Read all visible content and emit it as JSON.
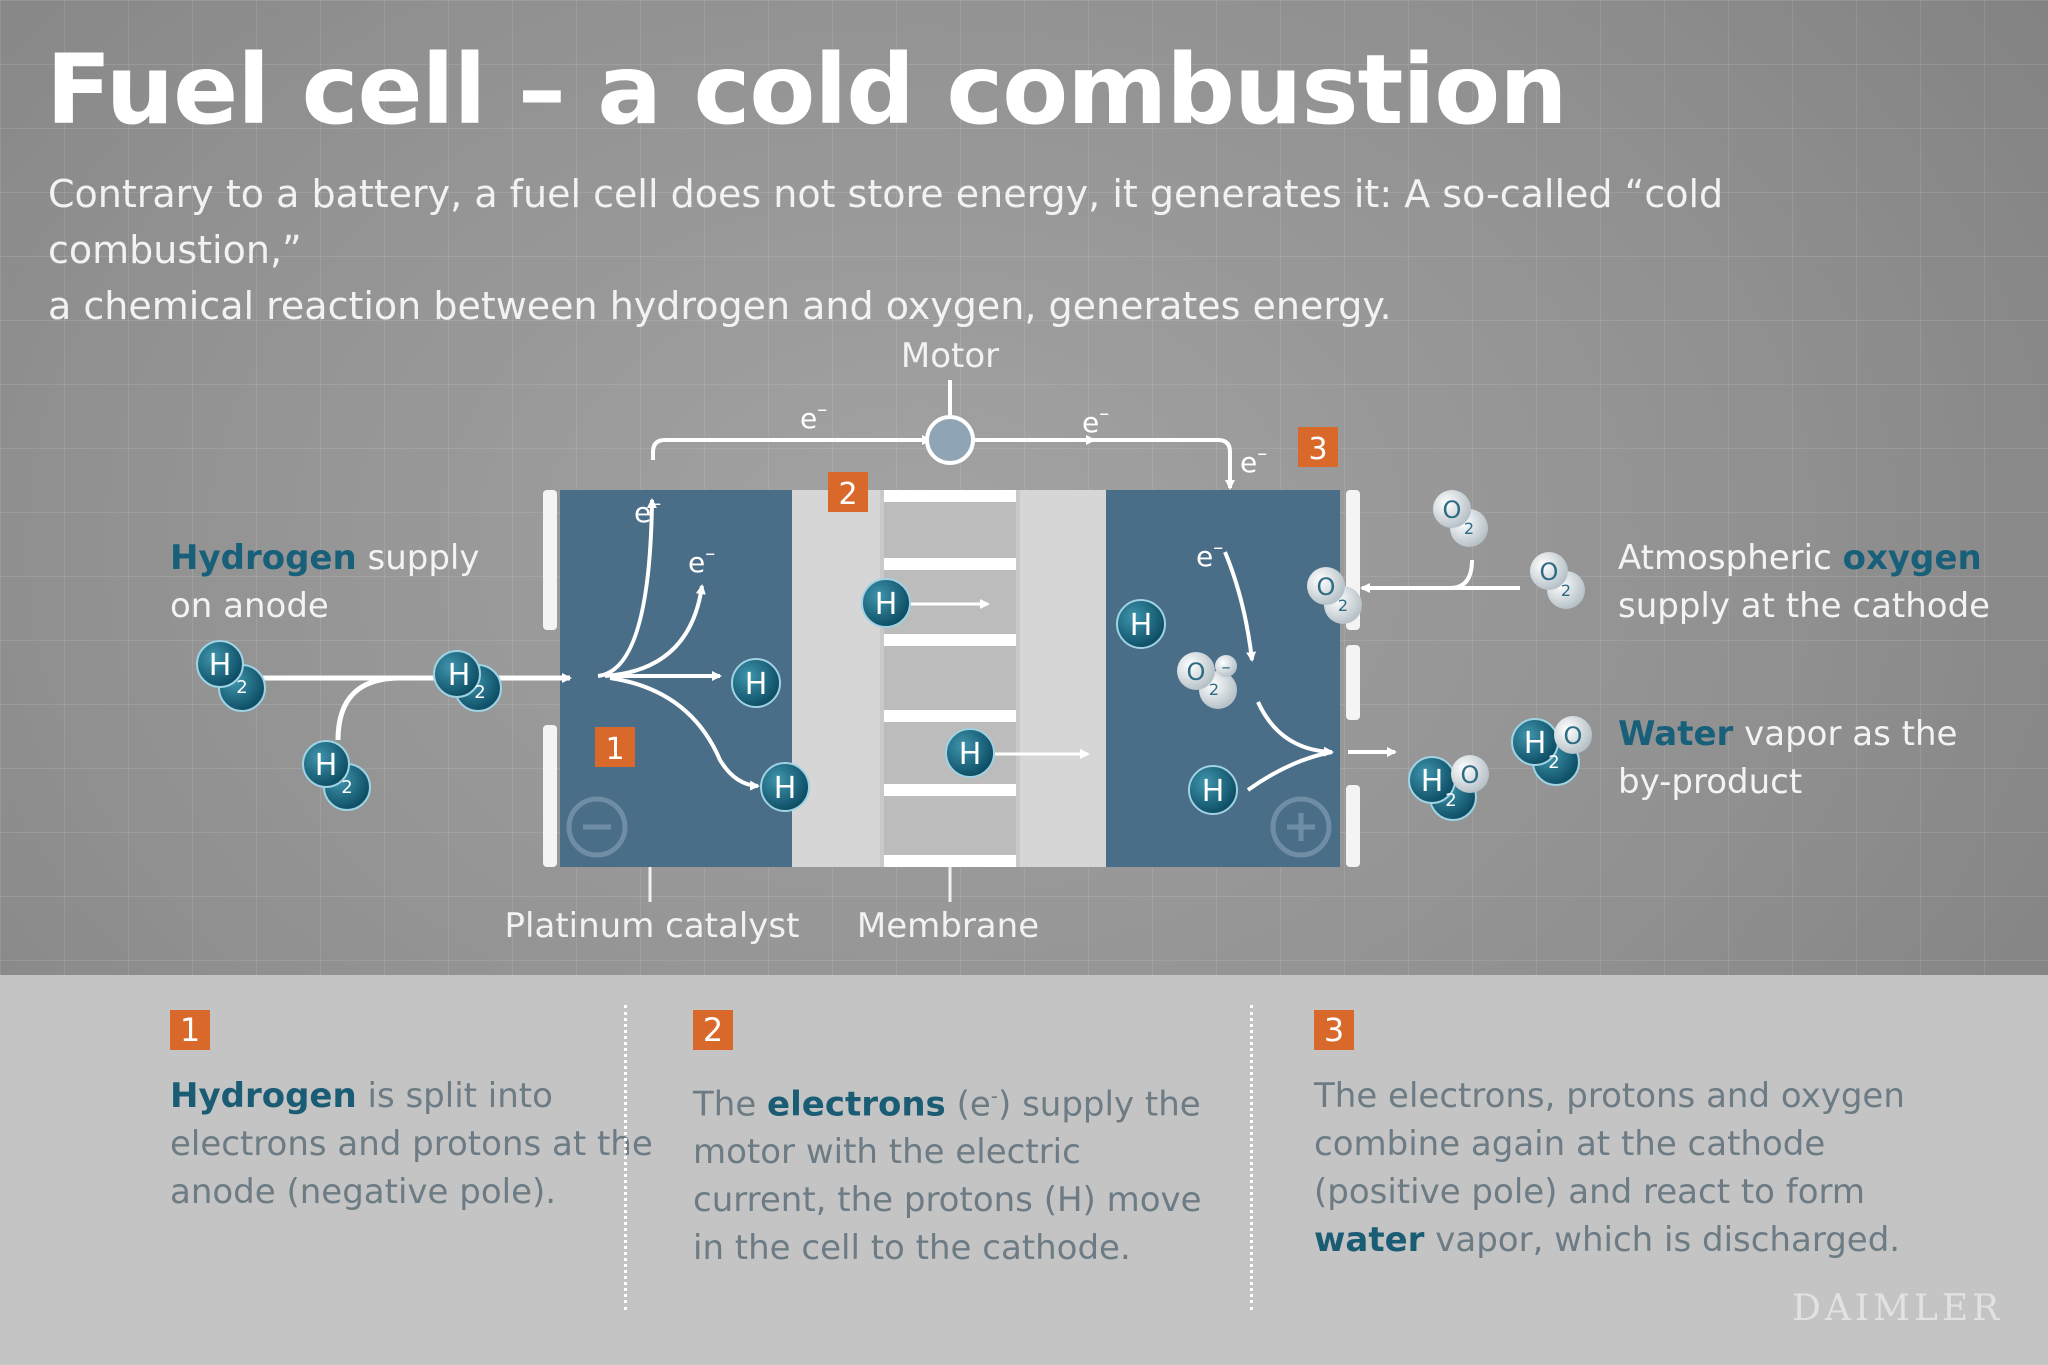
{
  "title": "Fuel cell – a cold combustion",
  "subtitle_line1": "Contrary to a battery, a fuel cell does not store energy, it generates it: A so-called “cold combustion,”",
  "subtitle_line2": "a chemical reaction between hydrogen and oxygen, generates energy.",
  "diagram": {
    "motor_label": "Motor",
    "electron": "e",
    "electron_sup": "–",
    "platinum_label": "Platinum catalyst",
    "membrane_label": "Membrane",
    "hydrogen_label_bold": "Hydrogen",
    "hydrogen_label_rest": " supply",
    "hydrogen_label_line2": "on anode",
    "oxygen_label_pre": "Atmospheric ",
    "oxygen_label_bold": "oxygen",
    "oxygen_label_line2": "supply at the cathode",
    "water_label_bold": "Water",
    "water_label_rest": " vapor as the",
    "water_label_line2": "by-product",
    "H": "H",
    "O": "O",
    "sub2": "2",
    "minus": "–",
    "step1": "1",
    "step2": "2",
    "step3": "3"
  },
  "steps": [
    {
      "num": "1",
      "bold": "Hydrogen",
      "text": " is split into electrons and protons at the anode (negative pole)."
    },
    {
      "num": "2",
      "pre": "The ",
      "bold": "electrons",
      "mid": " (e",
      "sup": "-",
      "text": ") supply the motor with the electric current, the protons (H) move in the cell to the cathode."
    },
    {
      "num": "3",
      "pre": "The electrons, protons and oxygen combine again at the cathode (positive pole) and react to form ",
      "bold": "water",
      "text": " vapor, which is discharged."
    }
  ],
  "brand": "DAIMLER",
  "colors": {
    "cell": "#4a6d88",
    "accent": "#d9692a",
    "teal": "#18607a",
    "membrane": "#d6d6d6"
  }
}
